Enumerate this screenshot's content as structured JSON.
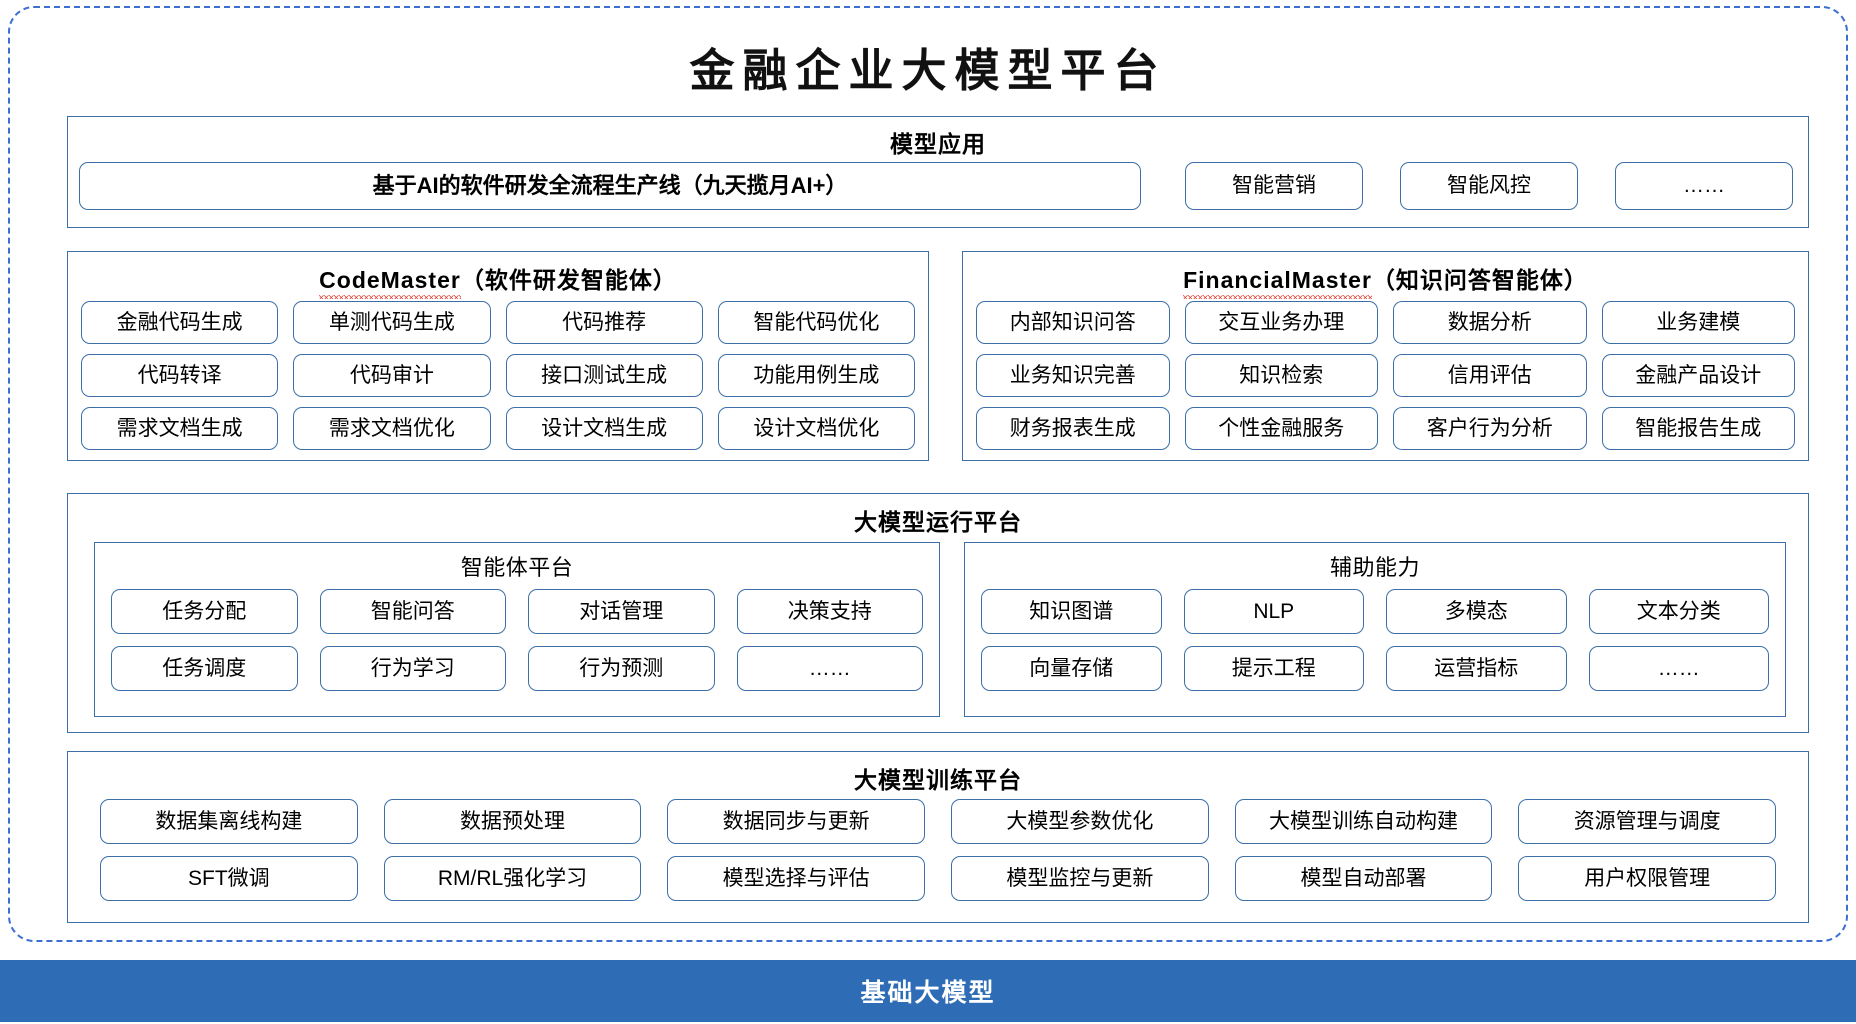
{
  "title": "金融企业大模型平台",
  "model_application": {
    "title": "模型应用",
    "main_item": "基于AI的软件研发全流程生产线（九天揽月AI+）",
    "items": [
      "智能营销",
      "智能风控",
      "……"
    ]
  },
  "code_master": {
    "title_en": "CodeMaster",
    "title_cn": "（软件研发智能体）",
    "rows": [
      [
        "金融代码生成",
        "单测代码生成",
        "代码推荐",
        "智能代码优化"
      ],
      [
        "代码转译",
        "代码审计",
        "接口测试生成",
        "功能用例生成"
      ],
      [
        "需求文档生成",
        "需求文档优化",
        "设计文档生成",
        "设计文档优化"
      ]
    ]
  },
  "financial_master": {
    "title_en": "FinancialMaster",
    "title_cn": "（知识问答智能体）",
    "rows": [
      [
        "内部知识问答",
        "交互业务办理",
        "数据分析",
        "业务建模"
      ],
      [
        "业务知识完善",
        "知识检索",
        "信用评估",
        "金融产品设计"
      ],
      [
        "财务报表生成",
        "个性金融服务",
        "客户行为分析",
        "智能报告生成"
      ]
    ]
  },
  "run_platform": {
    "title": "大模型运行平台",
    "agent_platform": {
      "title": "智能体平台",
      "rows": [
        [
          "任务分配",
          "智能问答",
          "对话管理",
          "决策支持"
        ],
        [
          "任务调度",
          "行为学习",
          "行为预测",
          "……"
        ]
      ]
    },
    "aux_capability": {
      "title": "辅助能力",
      "rows": [
        [
          "知识图谱",
          "NLP",
          "多模态",
          "文本分类"
        ],
        [
          "向量存储",
          "提示工程",
          "运营指标",
          "……"
        ]
      ]
    }
  },
  "train_platform": {
    "title": "大模型训练平台",
    "rows": [
      [
        "数据集离线构建",
        "数据预处理",
        "数据同步与更新",
        "大模型参数优化",
        "大模型训练自动构建",
        "资源管理与调度"
      ],
      [
        "SFT微调",
        "RM/RL强化学习",
        "模型选择与评估",
        "模型监控与更新",
        "模型自动部署",
        "用户权限管理"
      ]
    ]
  },
  "base_model": {
    "label": "基础大模型"
  },
  "colors": {
    "frame_dashed": "#3C6FD0",
    "panel_border": "#3C6FA8",
    "base_bar": "#2E6CB5",
    "spellcheck_underline": "#E8392B"
  }
}
